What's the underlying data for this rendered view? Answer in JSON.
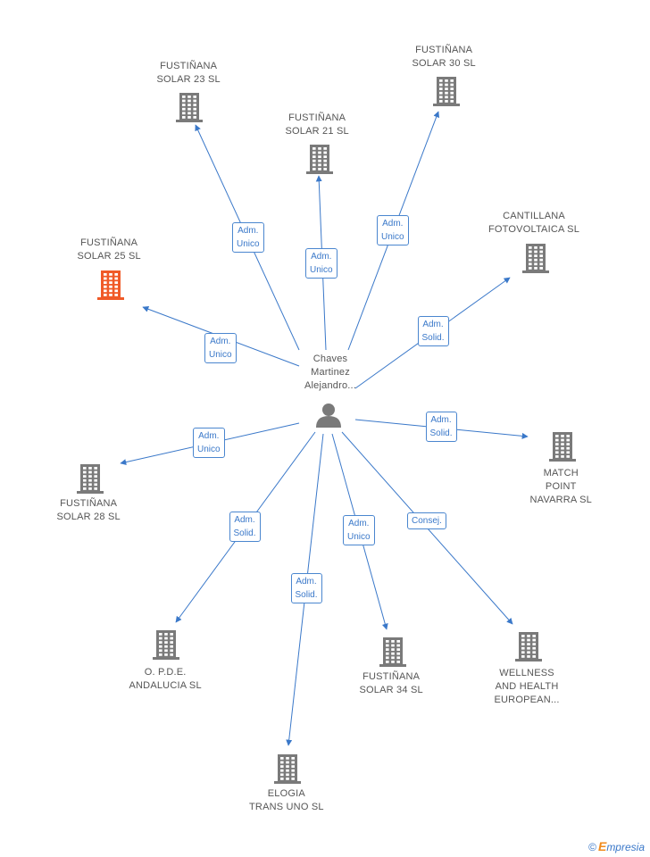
{
  "center": {
    "label_lines": [
      "Chaves",
      "Martinez",
      "Alejandro..."
    ],
    "icon": "person-icon",
    "color": "#7a7a7a"
  },
  "colors": {
    "edge": "#3a78c9",
    "company": "#7a7a7a",
    "highlight": "#f05a28"
  },
  "nodes": [
    {
      "id": "fs23",
      "lines": [
        "FUSTIÑANA",
        "SOLAR 23 SL"
      ],
      "role_lines": [
        "Adm.",
        "Unico"
      ],
      "highlight": false
    },
    {
      "id": "fs21",
      "lines": [
        "FUSTIÑANA",
        "SOLAR 21 SL"
      ],
      "role_lines": [
        "Adm.",
        "Unico"
      ],
      "highlight": false
    },
    {
      "id": "fs30",
      "lines": [
        "FUSTIÑANA",
        "SOLAR 30 SL"
      ],
      "role_lines": [
        "Adm.",
        "Unico"
      ],
      "highlight": false
    },
    {
      "id": "cant",
      "lines": [
        "CANTILLANA",
        "FOTOVOLTAICA SL"
      ],
      "role_lines": [
        "Adm.",
        "Solid."
      ],
      "highlight": false
    },
    {
      "id": "fs25",
      "lines": [
        "FUSTIÑANA",
        "SOLAR 25 SL"
      ],
      "role_lines": [
        "Adm.",
        "Unico"
      ],
      "highlight": true
    },
    {
      "id": "match",
      "lines": [
        "MATCH",
        "POINT",
        "NAVARRA  SL"
      ],
      "role_lines": [
        "Adm.",
        "Solid."
      ],
      "highlight": false
    },
    {
      "id": "fs28",
      "lines": [
        "FUSTIÑANA",
        "SOLAR 28 SL"
      ],
      "role_lines": [
        "Adm.",
        "Unico"
      ],
      "highlight": false
    },
    {
      "id": "opde",
      "lines": [
        "O. P.D.E.",
        "ANDALUCIA SL"
      ],
      "role_lines": [
        "Adm.",
        "Solid."
      ],
      "highlight": false
    },
    {
      "id": "elogia",
      "lines": [
        "ELOGIA",
        "TRANS UNO SL"
      ],
      "role_lines": [
        "Adm.",
        "Solid."
      ],
      "highlight": false
    },
    {
      "id": "fs34",
      "lines": [
        "FUSTIÑANA",
        "SOLAR 34 SL"
      ],
      "role_lines": [
        "Adm.",
        "Unico"
      ],
      "highlight": false
    },
    {
      "id": "well",
      "lines": [
        "WELLNESS",
        "AND HEALTH",
        "EUROPEAN..."
      ],
      "role_lines": [
        "Consej."
      ],
      "highlight": false
    }
  ],
  "footer": {
    "copyright": "©",
    "brand_e": "E",
    "brand_rest": "mpresia"
  }
}
